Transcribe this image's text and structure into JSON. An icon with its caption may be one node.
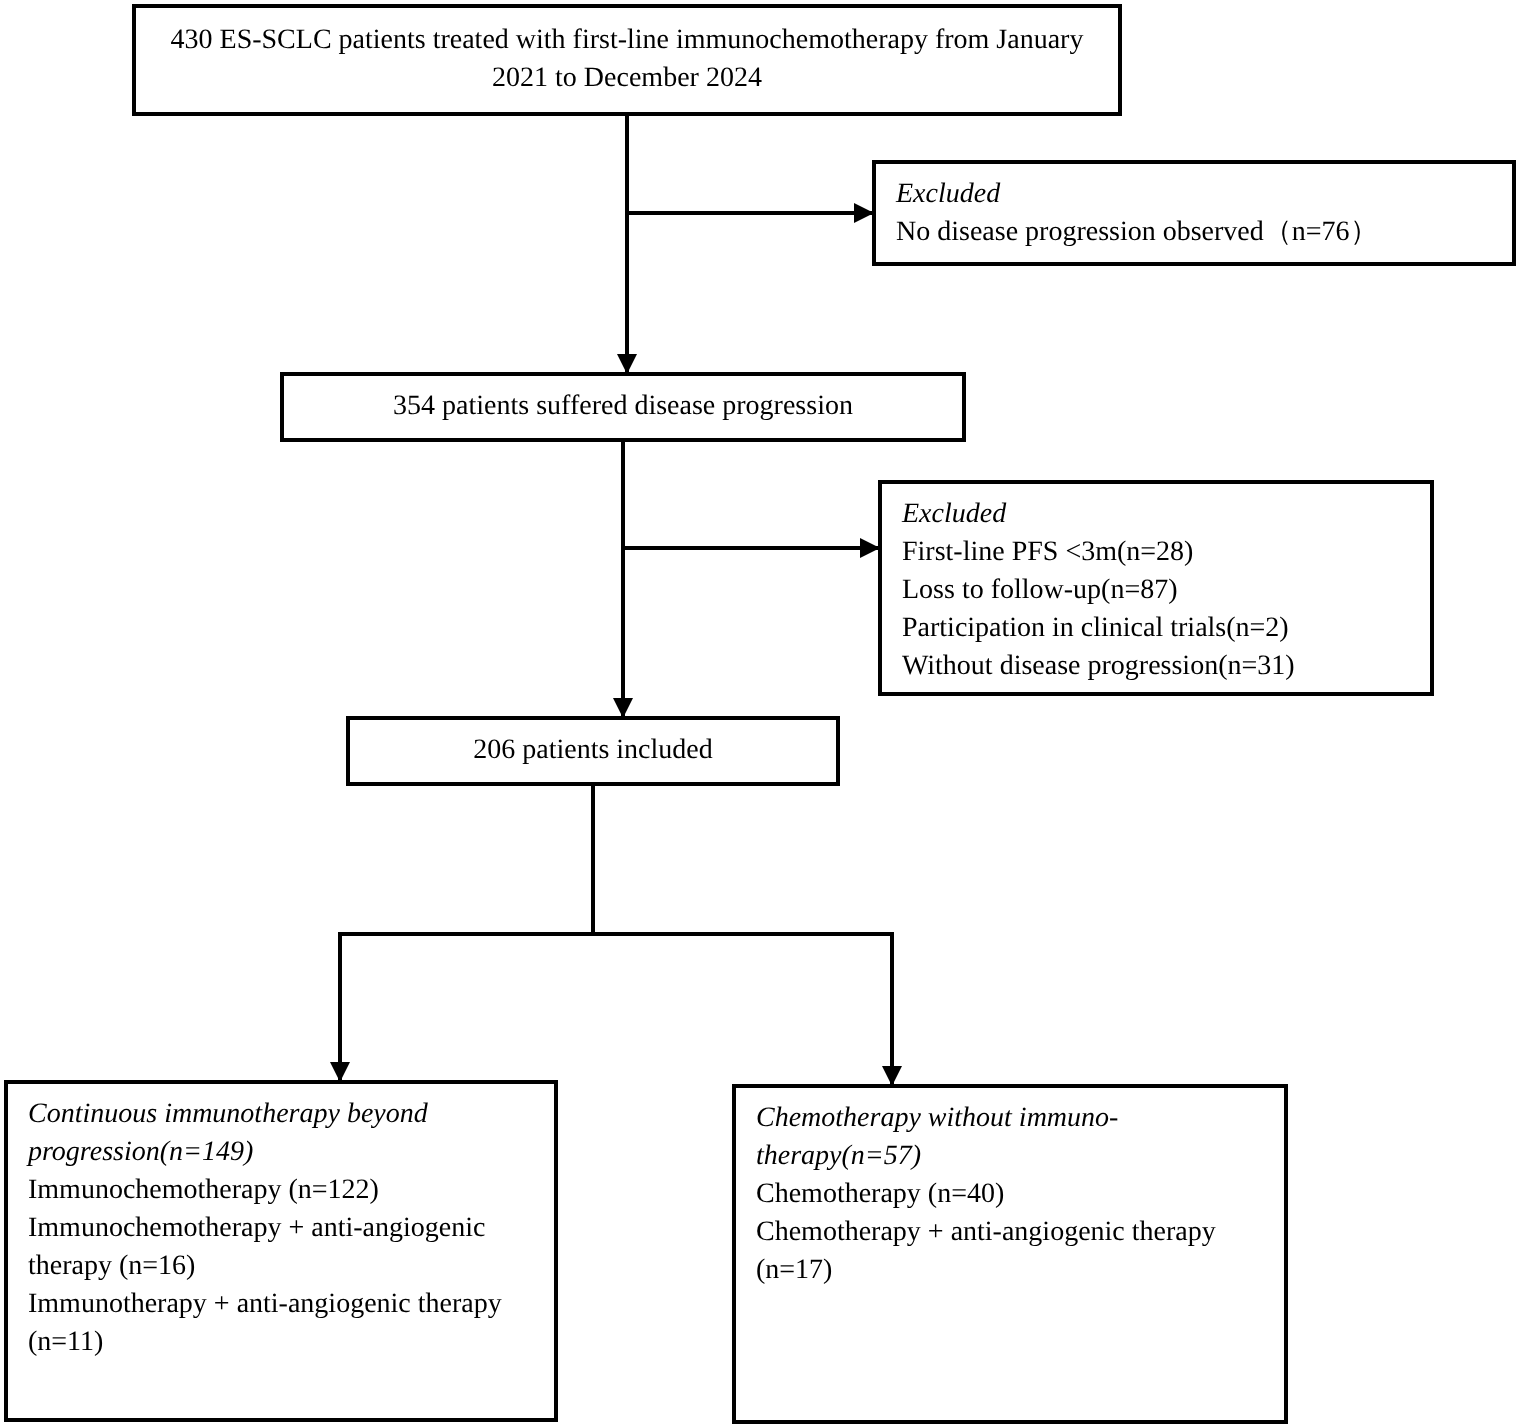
{
  "diagram": {
    "nodes": [
      {
        "text": [
          "430 ES-SCLC patients treated with first-line immunochemotherapy from January 2021 to December 2024"
        ]
      },
      {
        "text": [
          "Excluded",
          "No disease progression observed（n=76）"
        ]
      },
      {
        "text": [
          "354 patients suffered disease progression"
        ]
      },
      {
        "text": [
          "Excluded",
          "First-line PFS <3m(n=28)",
          "Loss to follow-up(n=87)",
          "Participation in clinical trials(n=2)",
          "Without disease progression(n=31)"
        ]
      },
      {
        "text": [
          "206 patients included"
        ]
      },
      {
        "text": [
          "Continuous immunotherapy beyond progression(n=149)",
          "Immunochemotherapy (n=122)",
          "Immunochemotherapy + anti-angiogenic therapy (n=16)",
          "Immunotherapy + anti-angiogenic therapy (n=11)"
        ]
      },
      {
        "text": [
          "Chemotherapy without immuno-therapy(n=57)",
          "Chemotherapy (n=40)",
          "Chemotherapy + anti-angiogenic therapy (n=17)"
        ]
      }
    ],
    "edges": [
      {
        "from": 0,
        "to": 2,
        "arrow": "to"
      },
      {
        "from": 0,
        "to": 1,
        "arrow": "to"
      },
      {
        "from": 2,
        "to": 4,
        "arrow": "to"
      },
      {
        "from": 2,
        "to": 3,
        "arrow": "to"
      },
      {
        "from": 4,
        "to": 5,
        "arrow": "to"
      },
      {
        "from": 4,
        "to": 6,
        "arrow": "to"
      }
    ]
  }
}
